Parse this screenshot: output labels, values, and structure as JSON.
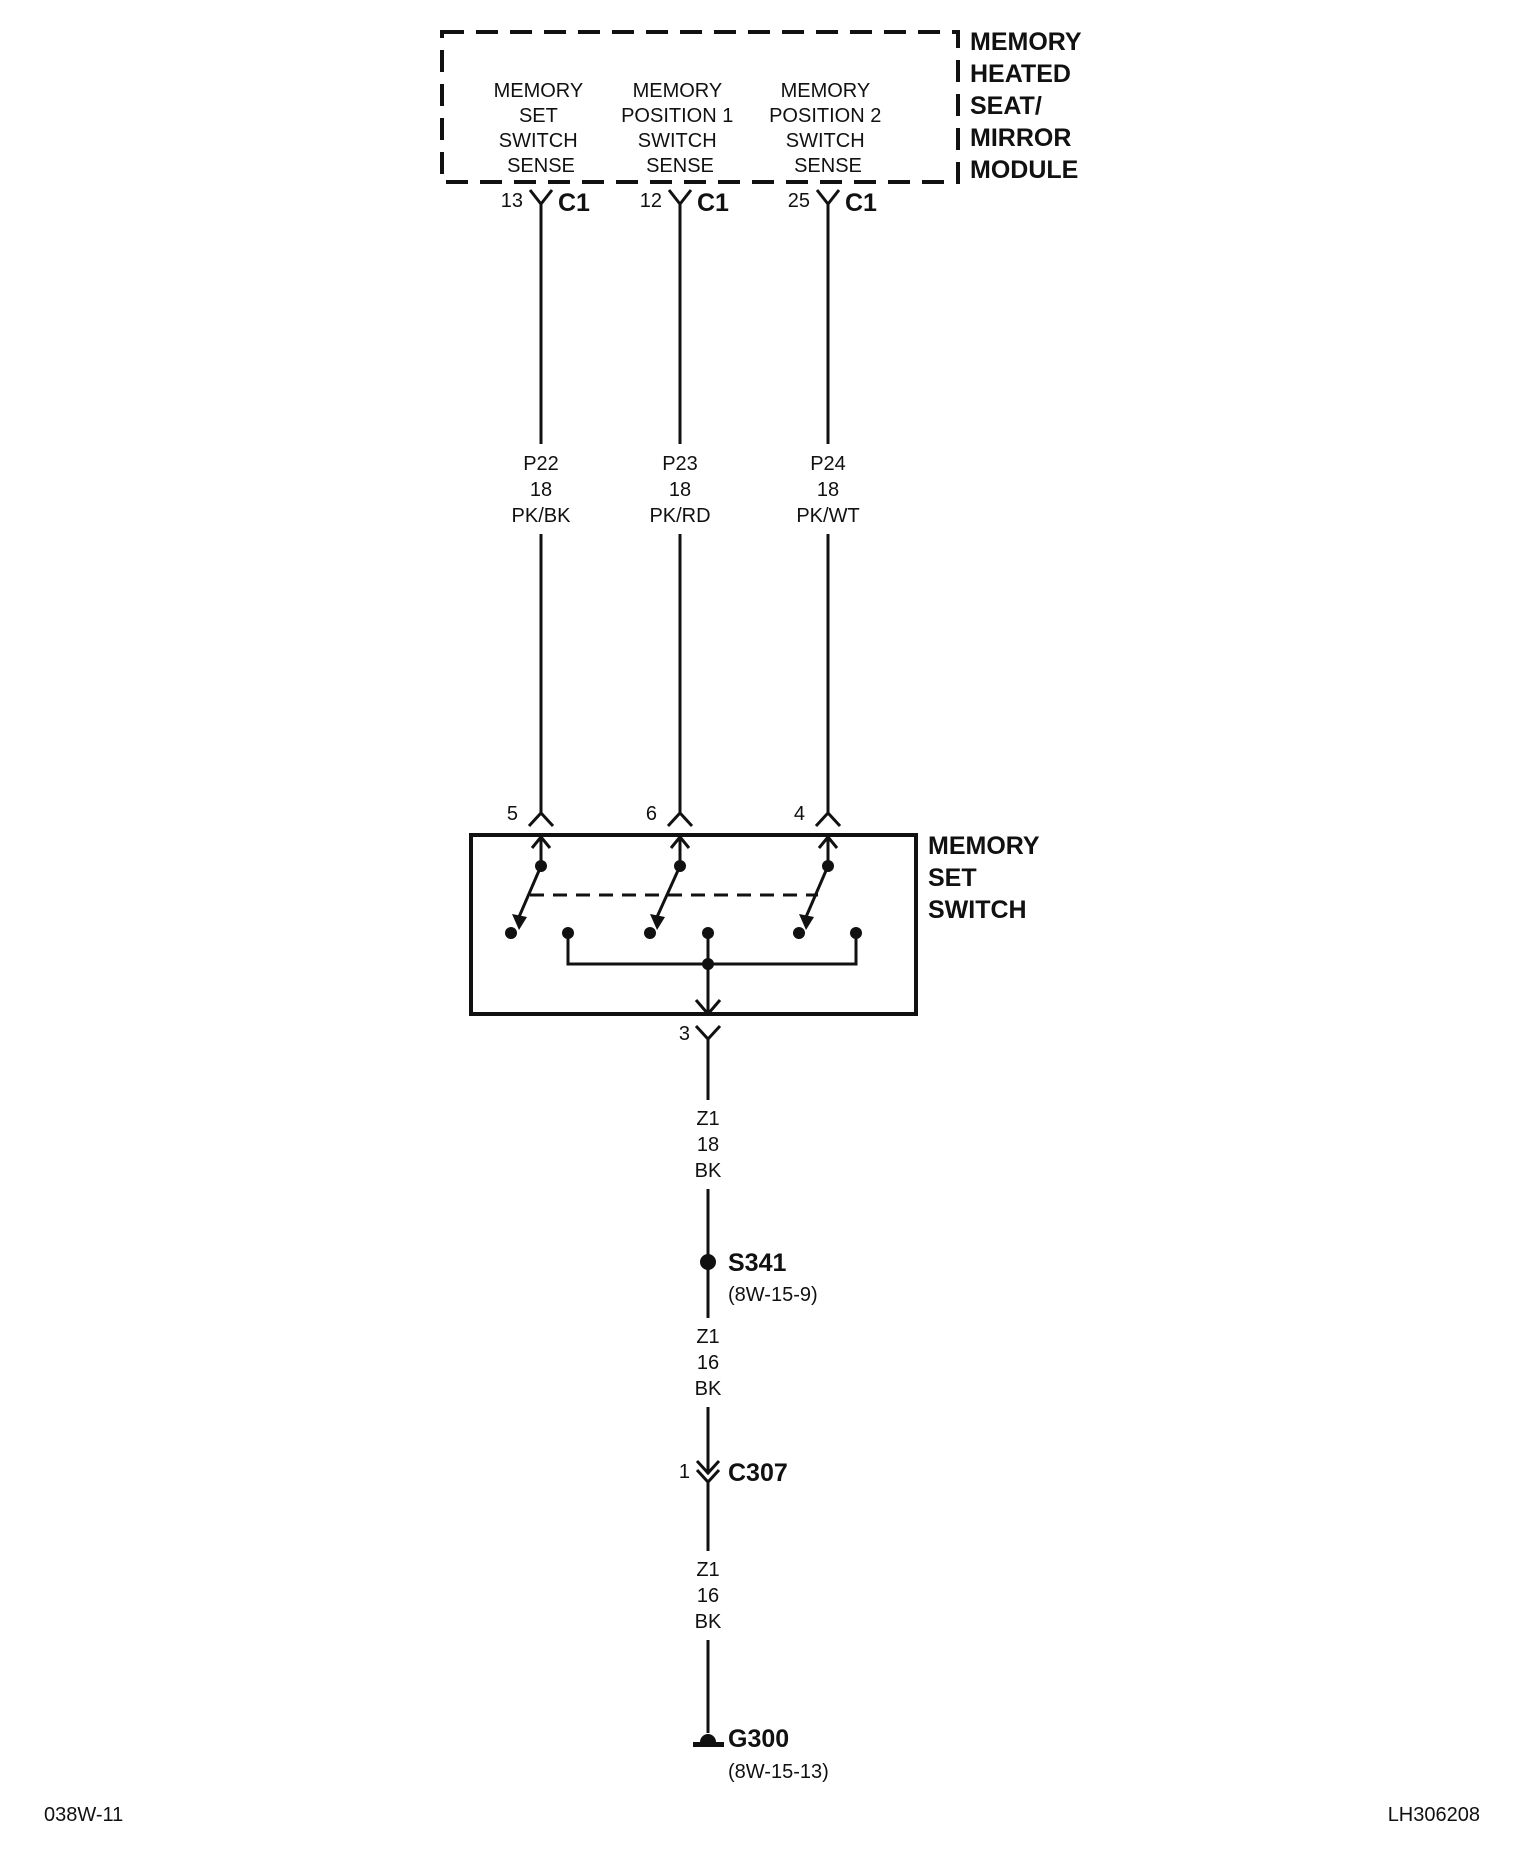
{
  "module": {
    "label_lines": [
      "MEMORY",
      "HEATED",
      "SEAT/",
      "MIRROR",
      "MODULE"
    ],
    "pins": [
      {
        "lines": [
          "MEMORY",
          "SET",
          "SWITCH",
          "SENSE"
        ],
        "cavity": "13",
        "connector": "C1"
      },
      {
        "lines": [
          "MEMORY",
          "POSITION 1",
          "SWITCH",
          "SENSE"
        ],
        "cavity": "12",
        "connector": "C1"
      },
      {
        "lines": [
          "MEMORY",
          "POSITION 2",
          "SWITCH",
          "SENSE"
        ],
        "cavity": "25",
        "connector": "C1"
      }
    ]
  },
  "wires_upper": [
    {
      "circuit": "P22",
      "gauge": "18",
      "color": "PK/BK"
    },
    {
      "circuit": "P23",
      "gauge": "18",
      "color": "PK/RD"
    },
    {
      "circuit": "P24",
      "gauge": "18",
      "color": "PK/WT"
    }
  ],
  "switch": {
    "label_lines": [
      "MEMORY",
      "SET",
      "SWITCH"
    ],
    "input_pins": [
      "5",
      "6",
      "4"
    ],
    "ground_pin": "3"
  },
  "ground_wire_1": {
    "circuit": "Z1",
    "gauge": "18",
    "color": "BK"
  },
  "splice": {
    "name": "S341",
    "ref": "(8W-15-9)"
  },
  "ground_wire_2": {
    "circuit": "Z1",
    "gauge": "16",
    "color": "BK"
  },
  "inline_connector": {
    "cavity": "1",
    "name": "C307"
  },
  "ground_wire_3": {
    "circuit": "Z1",
    "gauge": "16",
    "color": "BK"
  },
  "ground": {
    "name": "G300",
    "ref": "(8W-15-13)"
  },
  "footer": {
    "left": "038W-11",
    "right": "LH306208"
  }
}
